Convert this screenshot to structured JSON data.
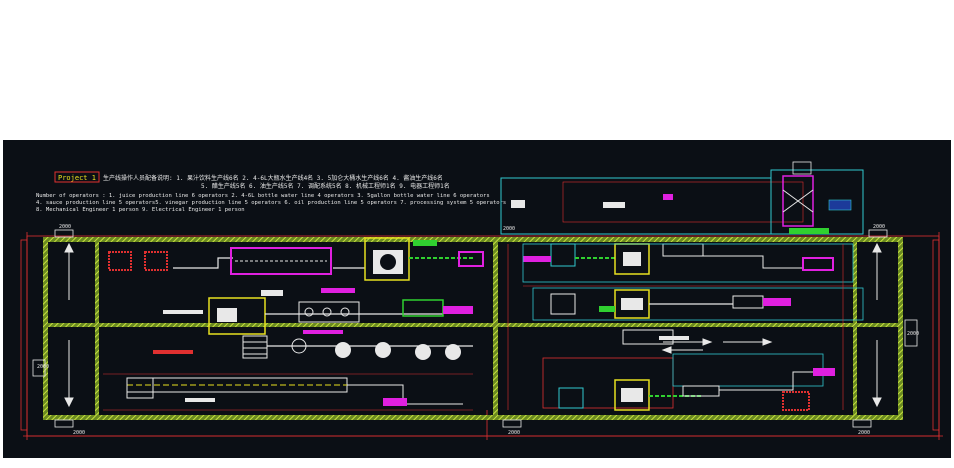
{
  "drawing": {
    "title_tag": "Project 1",
    "operators_cn_line1": "生产线操作人员配备说明: 1. 果汁饮料生产线6名 2. 4-6L大瓶水生产线4名 3. 5加仑大桶水生产线6名 4. 酱油生产线6名",
    "operators_cn_line2": "5. 醋生产线5名 6. 油生产线5名 7. 调配系统5名 8. 机械工程师1名 9. 电器工程师1名",
    "operators_en_line1": "Number of operators :  1. juice production line 6 operators 2. 4-6L bottle water line 4 operators 3.  5gallon bottle water line 6 operators",
    "operators_en_line2": "4. sauce production line 5 operators5. vinegar production line 5 operators 6. oil production line 5 operators 7. processing system 5 operators",
    "operators_en_line3": "8. Mechanical Engineer 1 person 9. Electrical Engineer 1 person",
    "dim_labels": [
      "2000",
      "2000",
      "2000",
      "2000",
      "2000",
      "2000",
      "2000",
      "2000"
    ]
  },
  "colors": {
    "background": "#0b0f15",
    "wall_hatch": "#9acd32",
    "dimension": "#e03030",
    "conveyor": "#ffffff",
    "equipment_magenta": "#e020e0",
    "equipment_green": "#30d030",
    "equipment_yellow": "#e8e020",
    "equipment_cyan": "#30c8d0"
  }
}
